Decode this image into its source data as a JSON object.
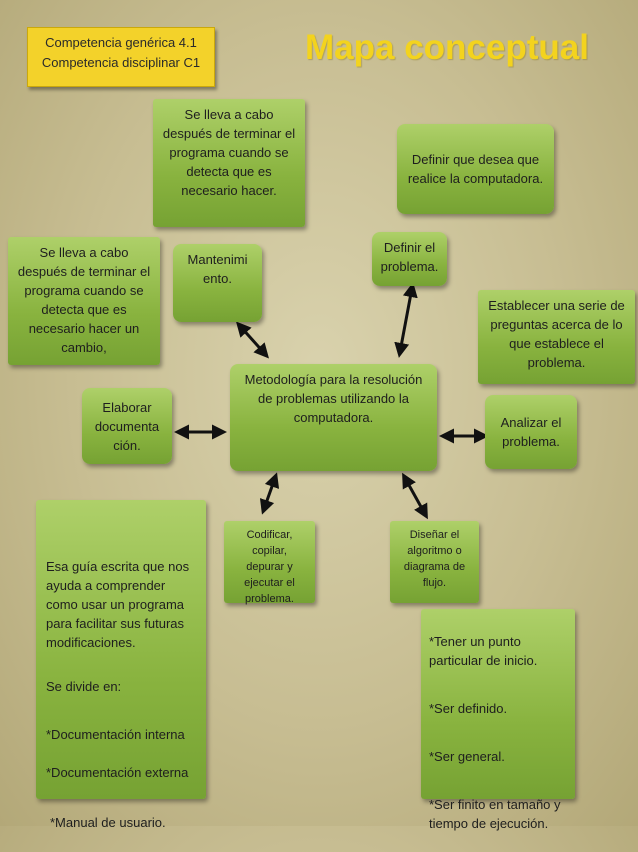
{
  "header": {
    "competence_generic": "Competencia genérica 4.1",
    "competence_disciplinary": "Competencia disciplinar C1",
    "title": "Mapa conceptual"
  },
  "center": "Metodología para la resolución de problemas utilizando la computadora.",
  "steps": {
    "define": "Definir el problema.",
    "analyze": "Analizar el problema.",
    "design": "Diseñar el algoritmo o diagrama de flujo.",
    "code": "Codificar, copilar, depurar y ejecutar el problema.",
    "document": "Elaborar documenta ción.",
    "maintain": "Mantenimi ento."
  },
  "descriptions": {
    "define_desc": "Definir que desea que realice la computadora.",
    "analyze_desc": "Establecer una serie de preguntas acerca de lo que establece el problema.",
    "maintain_top": "Se lleva a cabo después de terminar el programa cuando se detecta que es necesario hacer.",
    "maintain_left": "Se lleva a cabo después de terminar el programa cuando se detecta que es necesario hacer un cambio,",
    "document_desc": {
      "intro": "Esa guía escrita que nos ayuda a comprender como usar un programa para facilitar sus futuras modificaciones.",
      "divide": "Se divide en:",
      "internal": "*Documentación interna",
      "external": "*Documentación externa",
      "manual": "*Manual de usuario."
    },
    "algorithm_props": {
      "p1": "*Tener un punto particular de inicio.",
      "p2": "*Ser definido.",
      "p3": "*Ser general.",
      "p4": "*Ser finito en tamaño y tiempo de ejecución."
    }
  }
}
